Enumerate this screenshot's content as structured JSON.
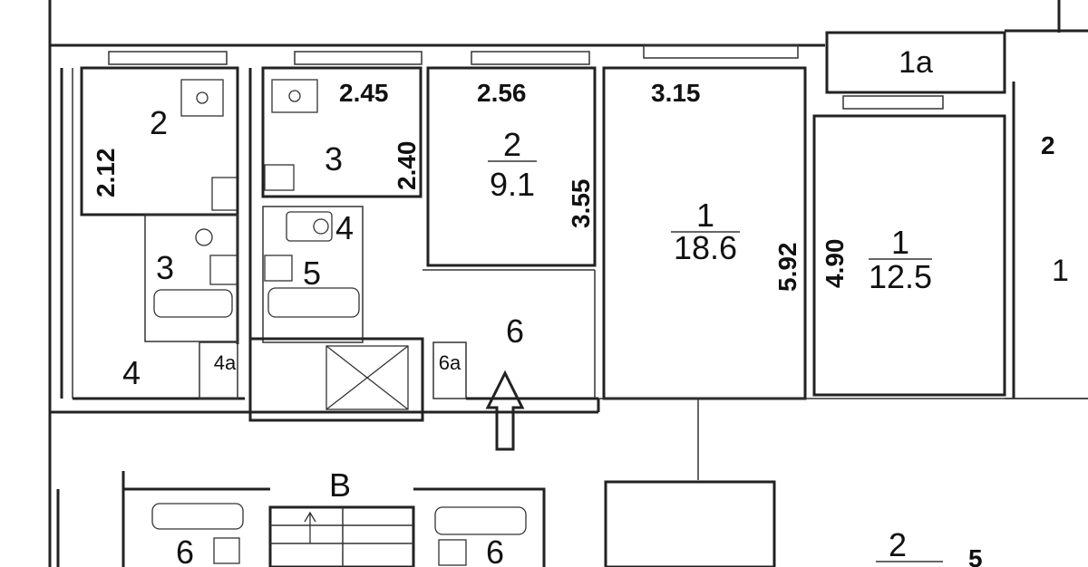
{
  "plan": {
    "top_right_label": "1а",
    "edge_right_top": "2",
    "edge_right_mid": "1",
    "edge_bottom_right": "5",
    "bottom_right_room": "2",
    "section_label": "В",
    "rooms": {
      "bath_left": {
        "num": "2",
        "dim": "2.12"
      },
      "bath_mid": {
        "num": "3",
        "dim_w": "2.45",
        "dim_h": "2.40"
      },
      "room_small": {
        "num": "2",
        "area": "9.1",
        "dim_w": "2.56",
        "dim_h": "3.55"
      },
      "room_large": {
        "num": "1",
        "area": "18.6",
        "dim_w": "3.15",
        "dim_h": "5.92"
      },
      "room_right": {
        "num": "1",
        "area": "12.5",
        "dim_h": "4.90"
      },
      "wc_left": {
        "num": "3"
      },
      "hall_left": {
        "num": "4"
      },
      "closet_left": {
        "num": "4а"
      },
      "wc_mid_a": {
        "num": "4"
      },
      "wc_mid_b": {
        "num": "5"
      },
      "hall_main": {
        "num": "6"
      },
      "closet_main": {
        "num": "6а"
      },
      "bath_bottom_left": {
        "num": "6"
      },
      "bath_bottom_mid": {
        "num": "6"
      }
    }
  }
}
